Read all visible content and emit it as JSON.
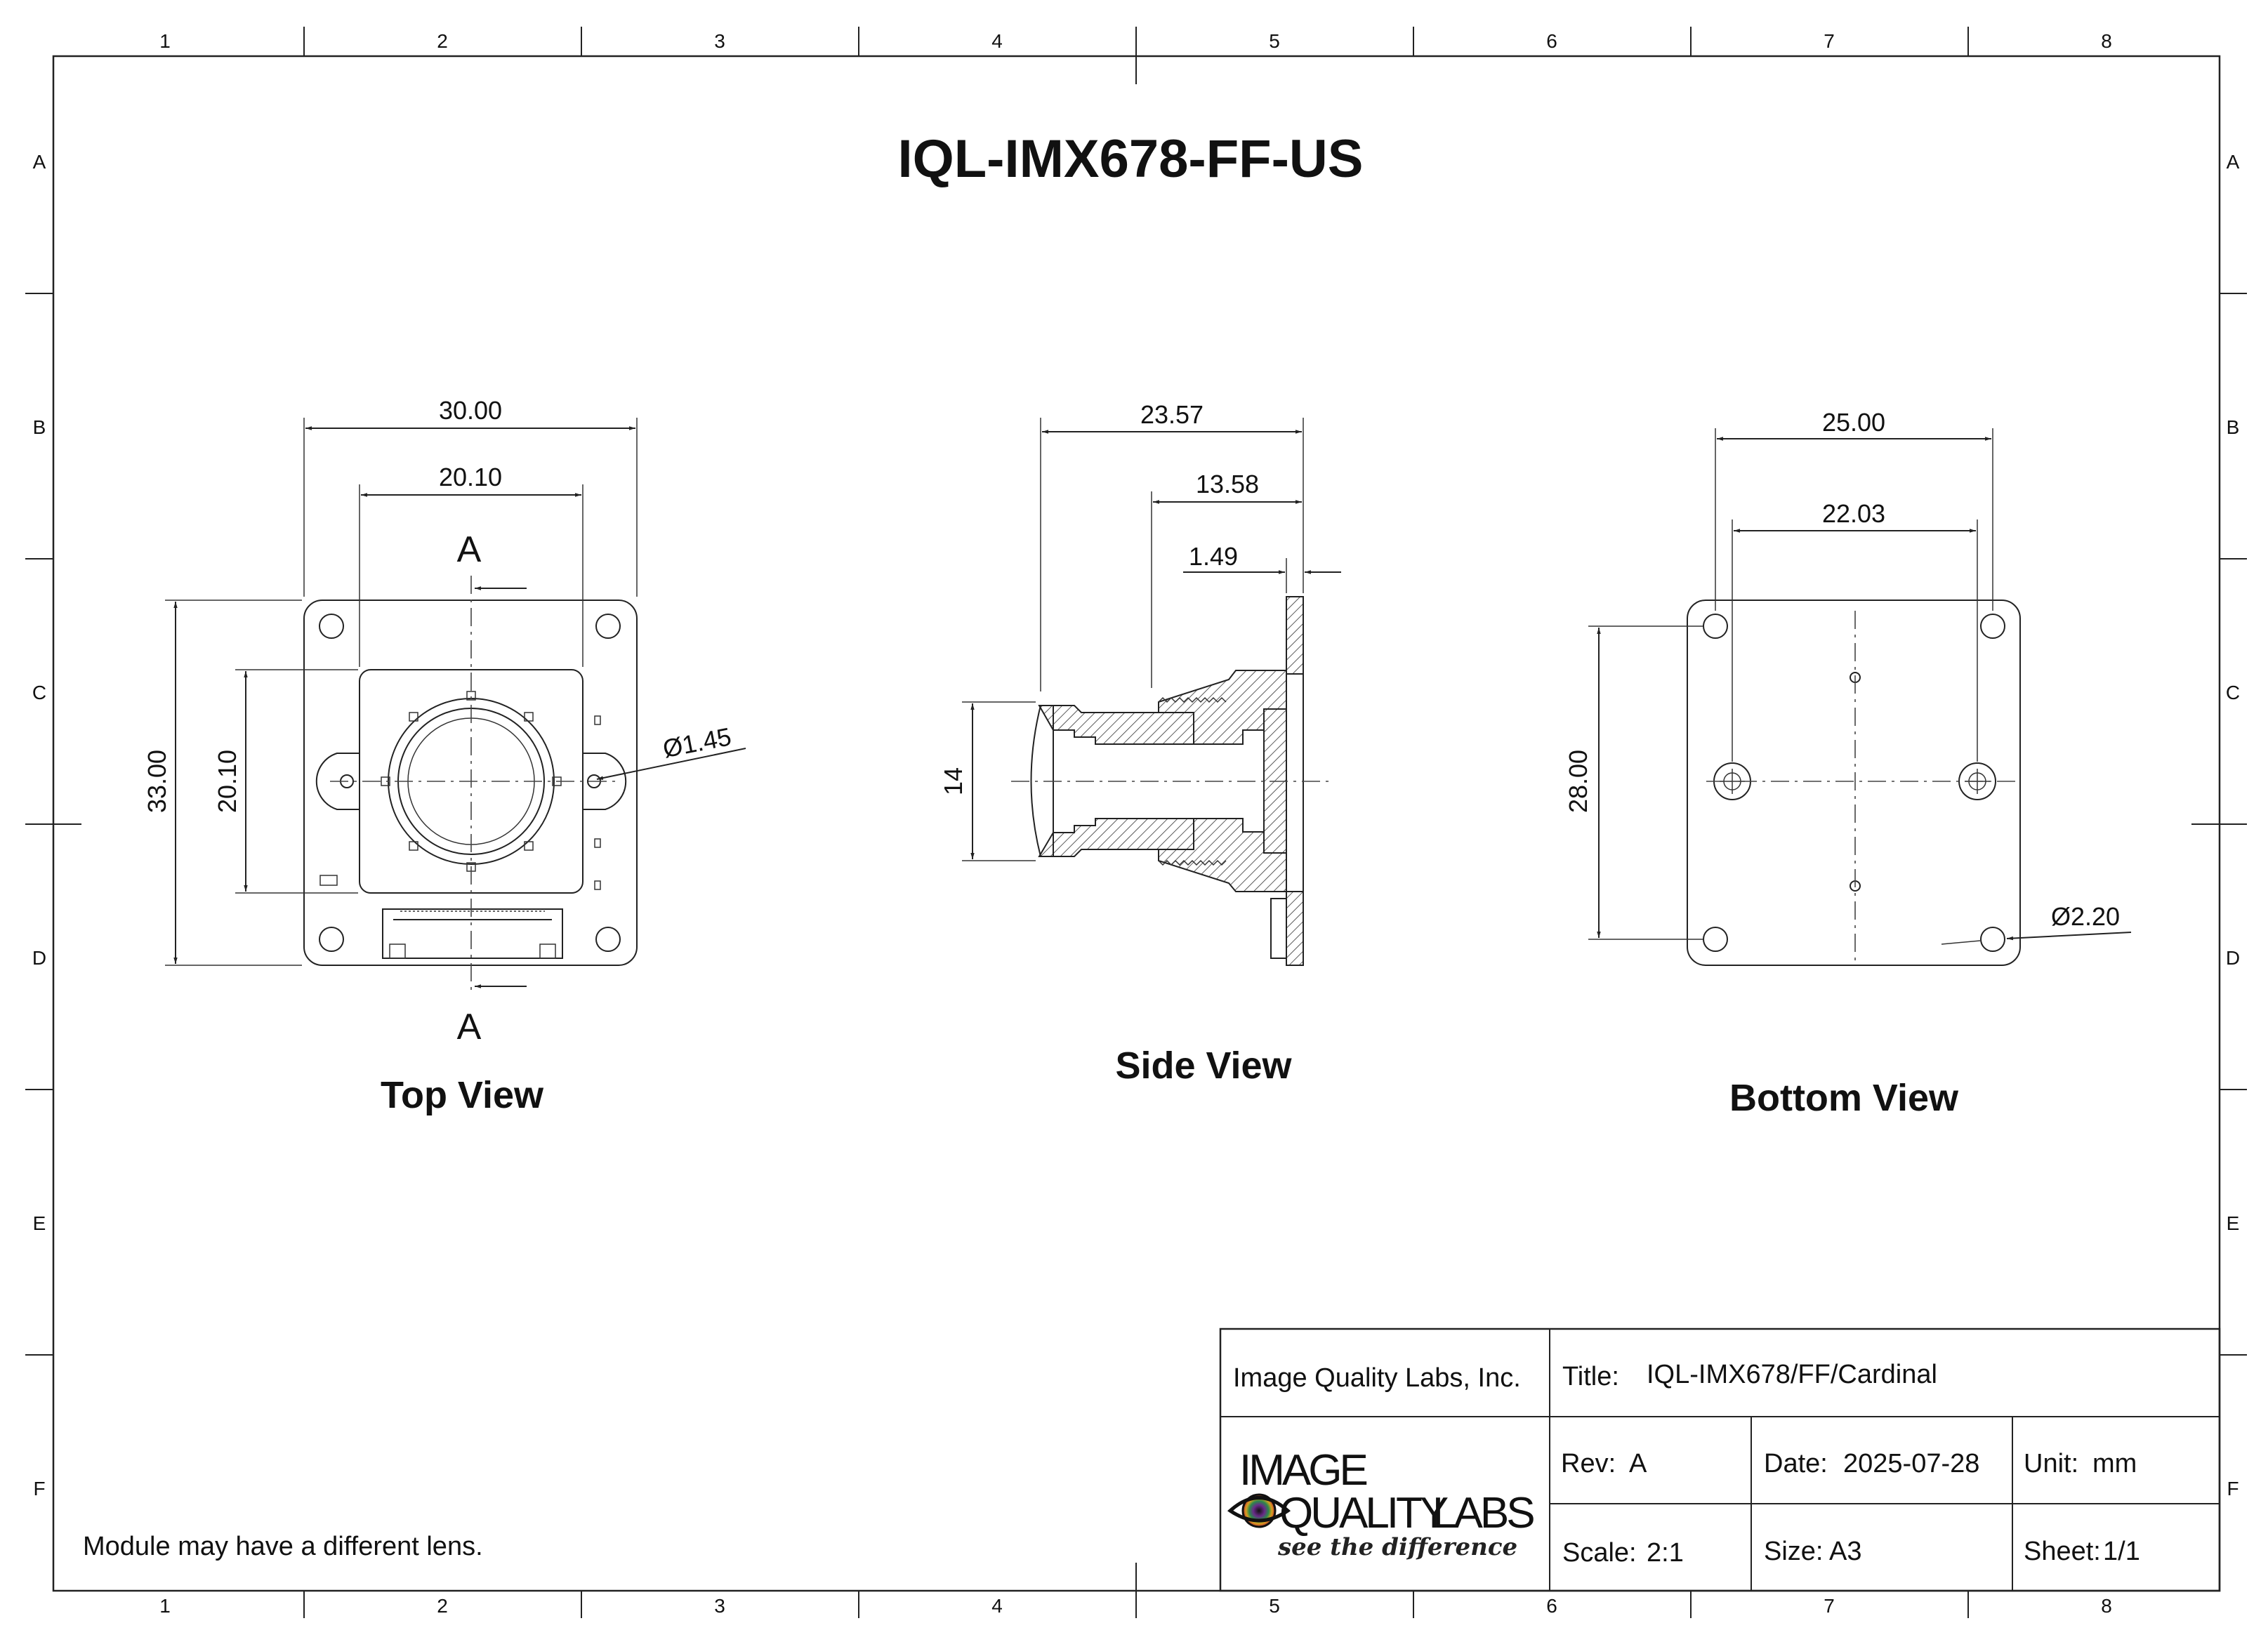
{
  "drawing_title": "IQL-IMX678-FF-US",
  "border": {
    "col_labels": [
      "1",
      "2",
      "3",
      "4",
      "5",
      "6",
      "7",
      "8"
    ],
    "row_labels": [
      "A",
      "B",
      "C",
      "D",
      "E",
      "F"
    ]
  },
  "views": {
    "top": {
      "label": "Top View",
      "dims": {
        "width_outer": "30.00",
        "width_inner": "20.10",
        "height_outer": "33.00",
        "height_inner": "20.10",
        "hole_dia": "Ø1.45"
      },
      "section_label": "A"
    },
    "side": {
      "label": "Side View",
      "dims": {
        "length_total": "23.57",
        "length_mid": "13.58",
        "plate": "1.49",
        "lens_dia": "14"
      }
    },
    "bottom": {
      "label": "Bottom View",
      "dims": {
        "width_outer": "25.00",
        "width_inner": "22.03",
        "height": "28.00",
        "hole_dia": "Ø2.20"
      }
    }
  },
  "note": "Module may have a different lens.",
  "title_block": {
    "company": "Image Quality Labs, Inc.",
    "title_label": "Title:",
    "title_value": "IQL-IMX678/FF/Cardinal",
    "rev_label": "Rev:",
    "rev_value": "A",
    "date_label": "Date:",
    "date_value": "2025-07-28",
    "unit_label": "Unit:",
    "unit_value": "mm",
    "scale_label": "Scale:",
    "scale_value": "2:1",
    "size_label": "Size:",
    "size_value": "A3",
    "sheet_label": "Sheet:",
    "sheet_value": "1/1",
    "logo_line1": "IMAGE",
    "logo_line2_a": "QUALITY",
    "logo_line2_b": "LABS",
    "logo_tagline": "see the difference"
  }
}
